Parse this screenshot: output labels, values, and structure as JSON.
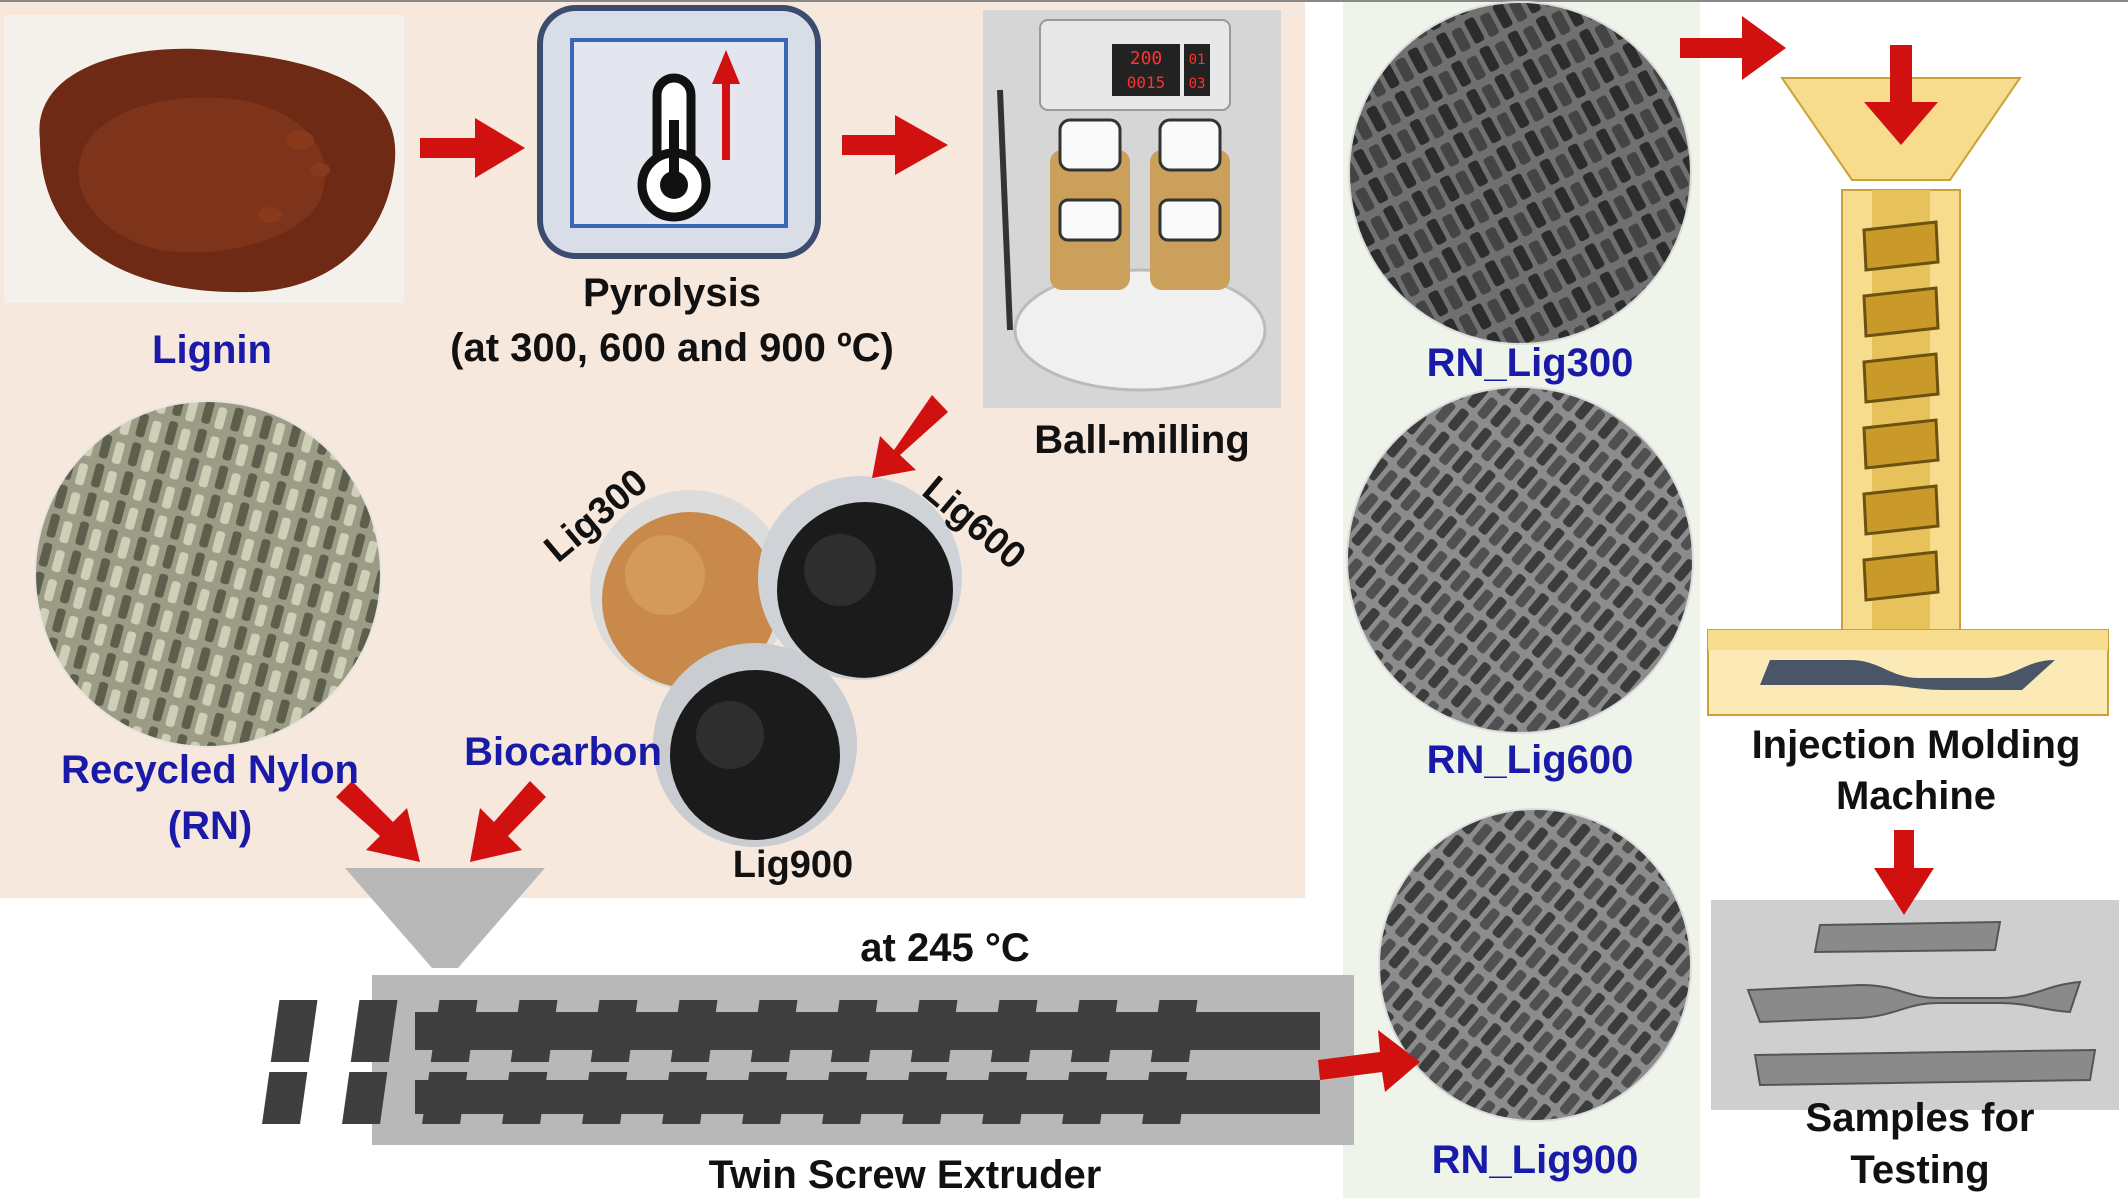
{
  "labels": {
    "lignin": "Lignin",
    "pyrolysis": "Pyrolysis",
    "pyrolysis_temps": "(at 300, 600 and 900 ºC)",
    "ball_milling": "Ball-milling",
    "lig300": "Lig300",
    "lig600": "Lig600",
    "lig900": "Lig900",
    "recycled_nylon": "Recycled Nylon",
    "rn_abbrev": "(RN)",
    "biocarbon": "Biocarbon",
    "extrusion_temp": "at 245 °C",
    "twin_screw_extruder": "Twin Screw Extruder",
    "rn_lig300": "RN_Lig300",
    "rn_lig600": "RN_Lig600",
    "rn_lig900": "RN_Lig900",
    "injection_molding": "Injection Molding",
    "machine": "Machine",
    "samples_for": "Samples for",
    "testing": "Testing"
  },
  "ball_mill_display": {
    "top": "200",
    "right_top": "01",
    "bottom": "0015",
    "right_bottom": "03"
  },
  "colors": {
    "label_blue": "#1a1aa8",
    "arrow_red": "#d11010",
    "left_panel": "#f7e8dd",
    "right_panel": "#eef4ea",
    "mold_gold": "#e7c25a",
    "extruder_gray": "#b8b8b8",
    "lignin_brown": "#6e2a14",
    "lig300_tan": "#c8894a",
    "biocarbon_black": "#1b1b1b"
  }
}
